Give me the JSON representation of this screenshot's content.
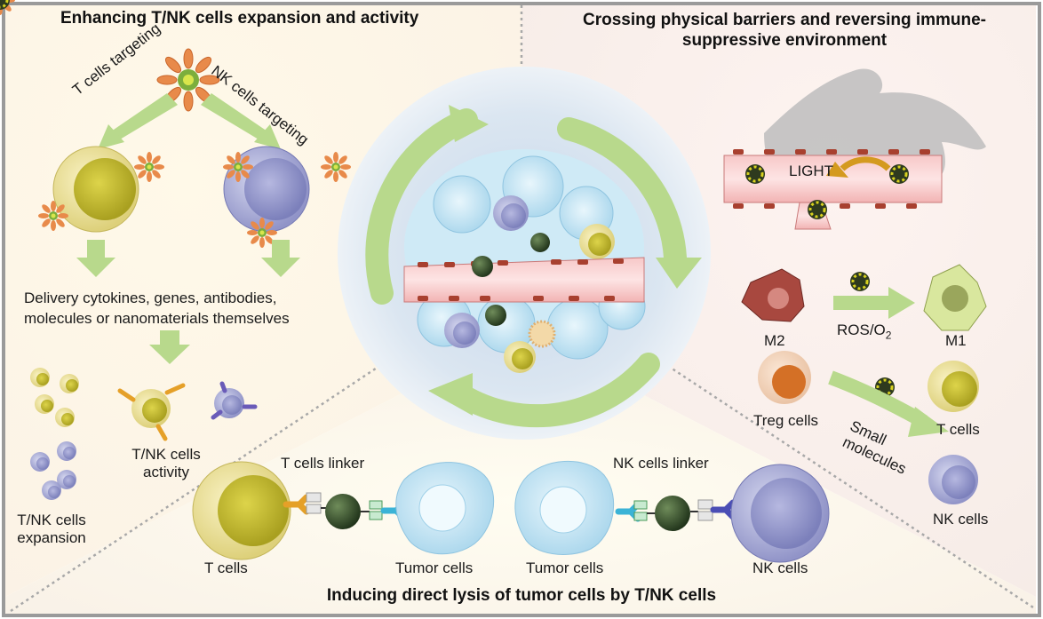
{
  "titles": {
    "top_left": "Enhancing T/NK cells expansion and activity",
    "top_right_line1": "Crossing physical barriers and reversing immune-",
    "top_right_line2": "suppressive environment",
    "bottom": "Inducing direct lysis of tumor cells by T/NK cells"
  },
  "left_panel": {
    "t_cells_targeting": "T cells targeting",
    "nk_cells_targeting": "NK cells targeting",
    "delivery_line1": "Delivery  cytokines,  genes,  antibodies,",
    "delivery_line2": "molecules or nanomaterials themselves",
    "activity_line1": "T/NK cells",
    "activity_line2": "activity",
    "expansion_line1": "T/NK cells",
    "expansion_line2": "expansion"
  },
  "right_panel": {
    "light": "LIGHT",
    "m2": "M2",
    "ros": "ROS/O",
    "ros_sub": "2",
    "m1": "M1",
    "treg": "Treg cells",
    "small_line1": "Small",
    "small_line2": "molecules",
    "t_cells": "T cells",
    "nk_cells": "NK cells"
  },
  "bottom_panel": {
    "t_linker": "T cells linker",
    "nk_linker": "NK cells linker",
    "t_cells": "T cells",
    "tumor_left": "Tumor cells",
    "tumor_right": "Tumor cells",
    "nk_cells": "NK cells"
  },
  "colors": {
    "frame": "#9a9a9a",
    "arrow_green": "#b8d98c",
    "t_cell": "#e8dc8c",
    "t_nucleus": "#c9c030",
    "nk_cell": "#a9acd6",
    "nk_nucleus": "#8c8fc4",
    "tumor": "#bfe2f2",
    "vessel": "#f3b8b8",
    "nanoparticle": "#2f4a2a"
  }
}
